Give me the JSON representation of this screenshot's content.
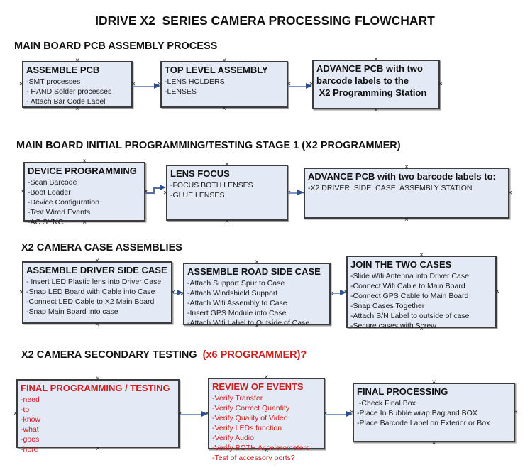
{
  "title": "IDRIVE X2  SERIES CAMERA PROCESSING FLOWCHART",
  "anchor_glyph": "×",
  "colors": {
    "box_fill": "#e3eaf5",
    "box_border": "#3c3c3c",
    "red_text": "#cc2020",
    "connector_line": "#7d98c6",
    "connector_arrowhead": "#2d4e92",
    "heading_text": "#111111"
  },
  "sections": [
    {
      "header": "MAIN BOARD PCB ASSEMBLY PROCESS"
    },
    {
      "header": "MAIN BOARD INITIAL PROGRAMMING/TESTING STAGE 1 (X2 PROGRAMMER)"
    },
    {
      "header": "X2 CAMERA CASE ASSEMBLIES"
    },
    {
      "header": "X2 CAMERA SECONDARY TESTING",
      "header_red": "  (x6 PROGRAMMER)?"
    }
  ],
  "boxes": [
    {
      "title": "ASSEMBLE PCB",
      "items": [
        "-SMT processes",
        "- HAND Solder processes",
        "- Attach Bar Code Label"
      ]
    },
    {
      "title": "TOP LEVEL ASSEMBLY",
      "items": [
        "-LENS HOLDERS",
        "-LENSES"
      ]
    },
    {
      "title": "ADVANCE PCB with two barcode labels to the\n X2 Programming Station",
      "items": []
    },
    {
      "title": "DEVICE PROGRAMMING",
      "items": [
        "-Scan Barcode",
        "-Boot Loader",
        "-Device Configuration",
        "-Test Wired Events",
        "-AC SYNC"
      ]
    },
    {
      "title": "LENS FOCUS",
      "items": [
        "-FOCUS BOTH LENSES",
        "-GLUE LENSES"
      ]
    },
    {
      "title": "ADVANCE PCB with two barcode labels to:",
      "items": [
        "-X2 DRIVER  SIDE  CASE  ASSEMBLY STATION"
      ]
    },
    {
      "title": "ASSEMBLE DRIVER SIDE CASE",
      "items": [
        "- Insert LED Plastic lens into Driver Case",
        "-Snap LED Board with Cable into Case",
        "-Connect LED Cable to X2 Main Board",
        "-Snap Main Board into case"
      ]
    },
    {
      "title": "ASSEMBLE ROAD SIDE CASE",
      "items": [
        "-Attach Support Spur to Case",
        "-Attach Windshield Support",
        "-Attach Wifi Assembly to Case",
        "-Insert GPS Module into Case",
        "-Attach Wifi Label to Outside of Case"
      ]
    },
    {
      "title": "JOIN THE TWO CASES",
      "items": [
        "-Slide Wifi Antenna into Driver Case",
        "-Connect Wifi Cable to Main Board",
        "-Connect GPS Cable to Main Board",
        "-Snap Cases Together",
        "-Attach S/N Label to outside of case",
        "-Secure cases with Screw"
      ]
    },
    {
      "title": "FINAL PROGRAMMING / TESTING",
      "items": [
        "-need",
        "-to",
        "-know",
        "-what",
        "-goes",
        "-here"
      ]
    },
    {
      "title": "REVIEW OF EVENTS",
      "items": [
        "-Verify Transfer",
        "-Verify Correct Quantity",
        "-Verify Quality of Video",
        "-Verify LEDs function",
        "-Verify Audio",
        "-Verify BOTH Accelerometers",
        "-Test of accessory ports?"
      ]
    },
    {
      "title": "FINAL PROCESSING",
      "items": [
        " -Check Final Box",
        "-Place In Bubble wrap Bag and BOX",
        "-Place Barcode Label on Exterior or Box"
      ]
    }
  ]
}
